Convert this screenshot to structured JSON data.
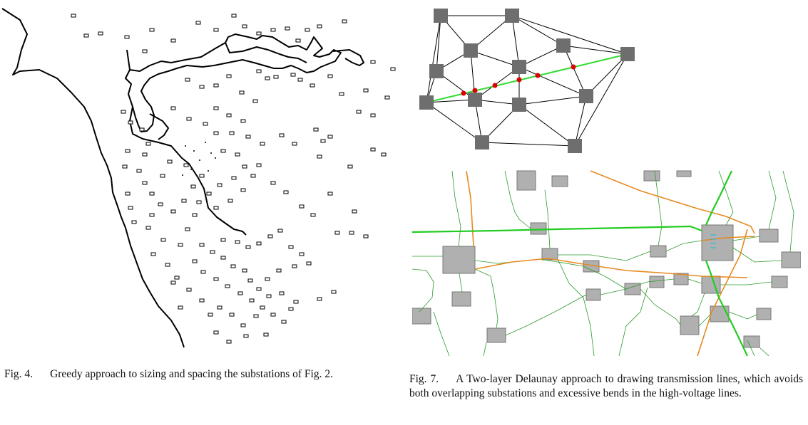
{
  "figures": [
    {
      "id": "fig4",
      "label": "Fig. 4.",
      "caption": "Greedy approach to sizing and spacing the substations of Fig. 2."
    },
    {
      "id": "fig7",
      "label": "Fig. 7.",
      "caption": "A Two-layer Delaunay approach to drawing transmission lines, which avoids both overlapping substations and excessive bends in the high-voltage lines."
    }
  ],
  "colors": {
    "coastline": "#000000",
    "substation_node": "#6e6e6e",
    "delaunay_edge": "#000000",
    "high_voltage_path": "#33dd33",
    "crossing_point": "#dd0000",
    "green_lines": "#2a9a2a",
    "orange_lines": "#e58a1f",
    "substation_box": "#b0b0b0"
  }
}
